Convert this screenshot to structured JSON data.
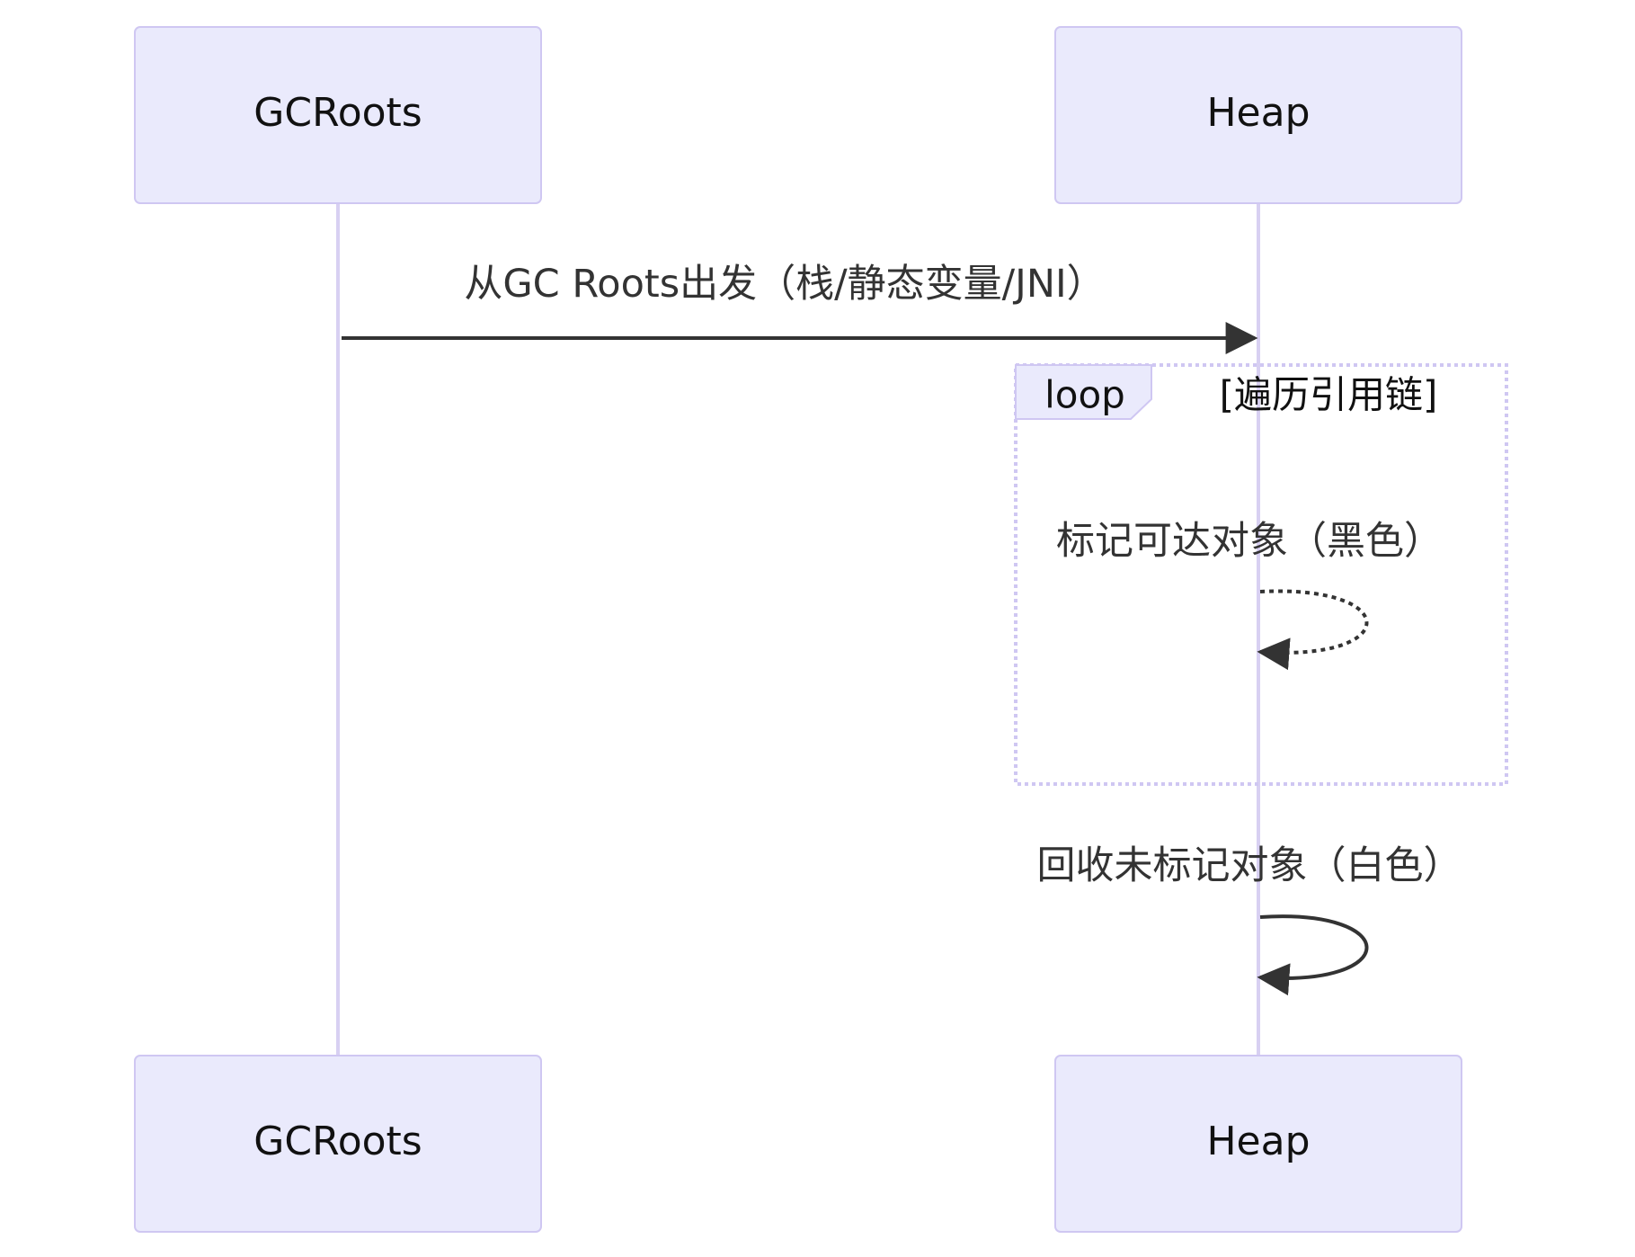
{
  "diagram": {
    "type": "sequence",
    "participants": [
      "GCRoots",
      "Heap"
    ],
    "messages": [
      {
        "from": "GCRoots",
        "to": "Heap",
        "text": "从GC Roots出发（栈/静态变量/JNI）",
        "style": "solid"
      },
      {
        "from": "Heap",
        "to": "Heap",
        "text": "标记可达对象（黑色）",
        "style": "dotted"
      },
      {
        "from": "Heap",
        "to": "Heap",
        "text": "回收未标记对象（白色）",
        "style": "solid"
      }
    ],
    "loop": {
      "label": "loop",
      "condition": "[遍历引用链]"
    }
  },
  "colors": {
    "actor_fill": "#eaeafc",
    "actor_stroke": "#cfc7f2",
    "lifeline": "#d8d0f2",
    "arrow": "#333333"
  }
}
